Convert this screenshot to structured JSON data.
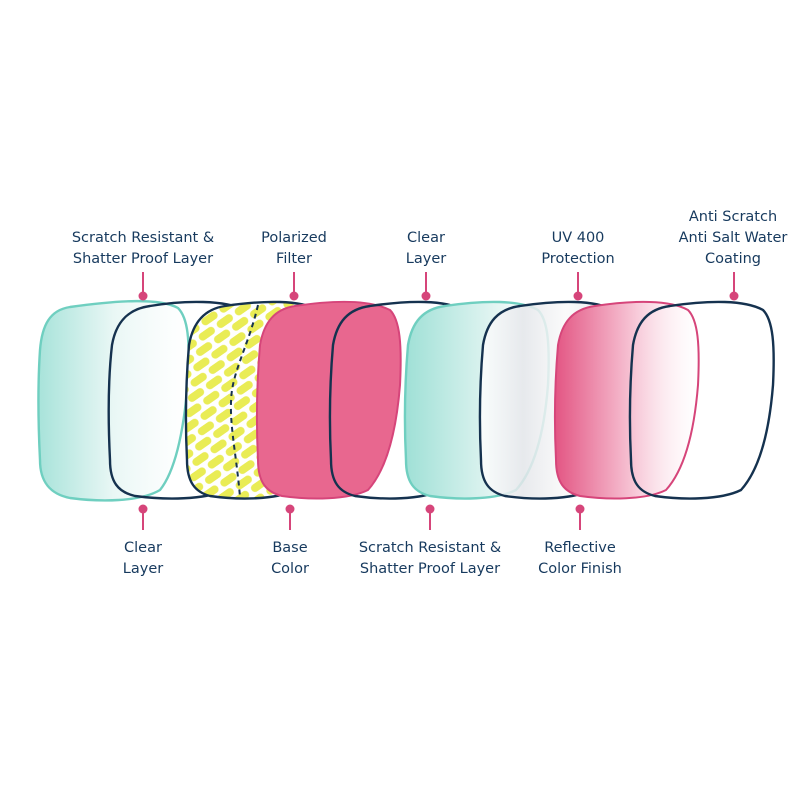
{
  "top_labels": [
    {
      "id": "scratch-resistant-top",
      "lines": [
        "Scratch Resistant &",
        "Shatter Proof Layer"
      ]
    },
    {
      "id": "polarized-filter",
      "lines": [
        "Polarized",
        "Filter"
      ]
    },
    {
      "id": "clear-layer-top",
      "lines": [
        "Clear",
        "Layer"
      ]
    },
    {
      "id": "uv-400-protection",
      "lines": [
        "UV 400",
        "Protection"
      ]
    },
    {
      "id": "anti-scratch-coating",
      "lines": [
        "Anti Scratch",
        "Anti Salt Water",
        "Coating"
      ]
    }
  ],
  "bottom_labels": [
    {
      "id": "clear-layer-bottom",
      "lines": [
        "Clear",
        "Layer"
      ]
    },
    {
      "id": "base-color",
      "lines": [
        "Base",
        "Color"
      ]
    },
    {
      "id": "scratch-resistant-bottom",
      "lines": [
        "Scratch Resistant &",
        "Shatter Proof Layer"
      ]
    },
    {
      "id": "reflective-color-finish",
      "lines": [
        "Reflective",
        "Color Finish"
      ]
    }
  ],
  "colors": {
    "text": "#173a5e",
    "marker": "#d6457a",
    "outline_navy": "#15324f",
    "teal": "#6fcfc0",
    "pink": "#e8678f",
    "yellow": "#eef06a"
  }
}
